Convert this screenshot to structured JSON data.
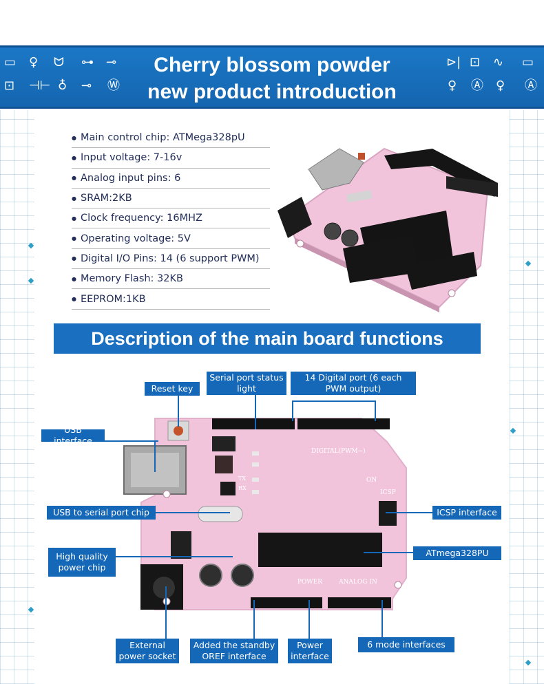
{
  "banner": {
    "title_line1": "Cherry blossom powder",
    "title_line2": "new product introduction"
  },
  "specs": [
    "Main control chip: ATMega328pU",
    "Input voltage: 7-16v",
    "Analog input pins: 6",
    "SRAM:2KB",
    "Clock frequency: 16MHZ",
    "Operating voltage: 5V",
    "Digital I/O Pins: 14 (6 support PWM)",
    "Memory Flash: 32KB",
    "EEPROM:1KB"
  ],
  "section_title": "Description of the main board functions",
  "labels": {
    "reset_key": "Reset key",
    "serial_status": "Serial port status light",
    "digital_port": "14 Digital port (6 each PWM output)",
    "usb_interface": "USB interface",
    "usb_serial_chip": "USB to serial port chip",
    "icsp_interface": "ICSP interface",
    "power_chip": "High quality power chip",
    "atmega": "ATmega328PU",
    "external_socket": "External power socket",
    "standby_oref": "Added the standby OREF interface",
    "power_interface": "Power interface",
    "mode_interfaces": "6 mode interfaces"
  },
  "board_silk": {
    "digital": "DIGITAL(PWM~)",
    "analog": "ANALOG IN",
    "power": "POWER",
    "icsp": "ICSP",
    "on": "ON",
    "tx": "TX",
    "rx": "RX"
  },
  "colors": {
    "banner": "#1b78c6",
    "label": "#1567b8",
    "board": "#f1c4dc",
    "header_pins": "#151515"
  }
}
